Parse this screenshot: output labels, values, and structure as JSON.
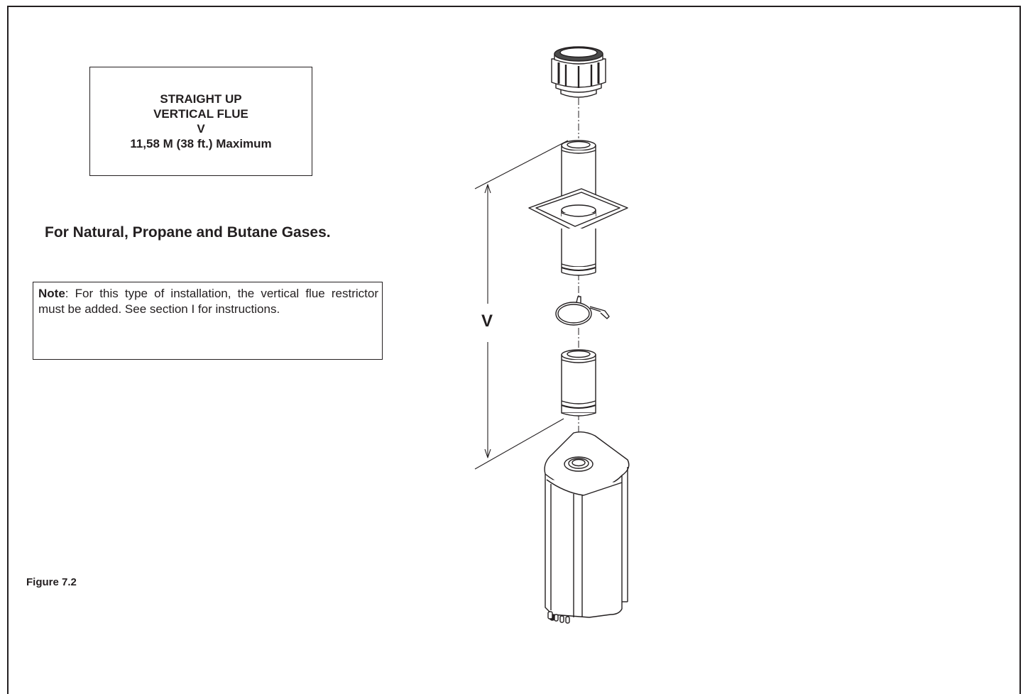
{
  "title_box": {
    "line1": "STRAIGHT UP",
    "line2": "VERTICAL FLUE",
    "line3": "V",
    "line4": "11,58 M (38 ft.) Maximum"
  },
  "gases_text": "For Natural, Propane and Butane Gases.",
  "note": {
    "label": "Note",
    "text": ": For this type of installation, the vertical flue restrictor must be added. See section I for instructions."
  },
  "dimension_label": "V",
  "figure_label": "Figure 7.2"
}
